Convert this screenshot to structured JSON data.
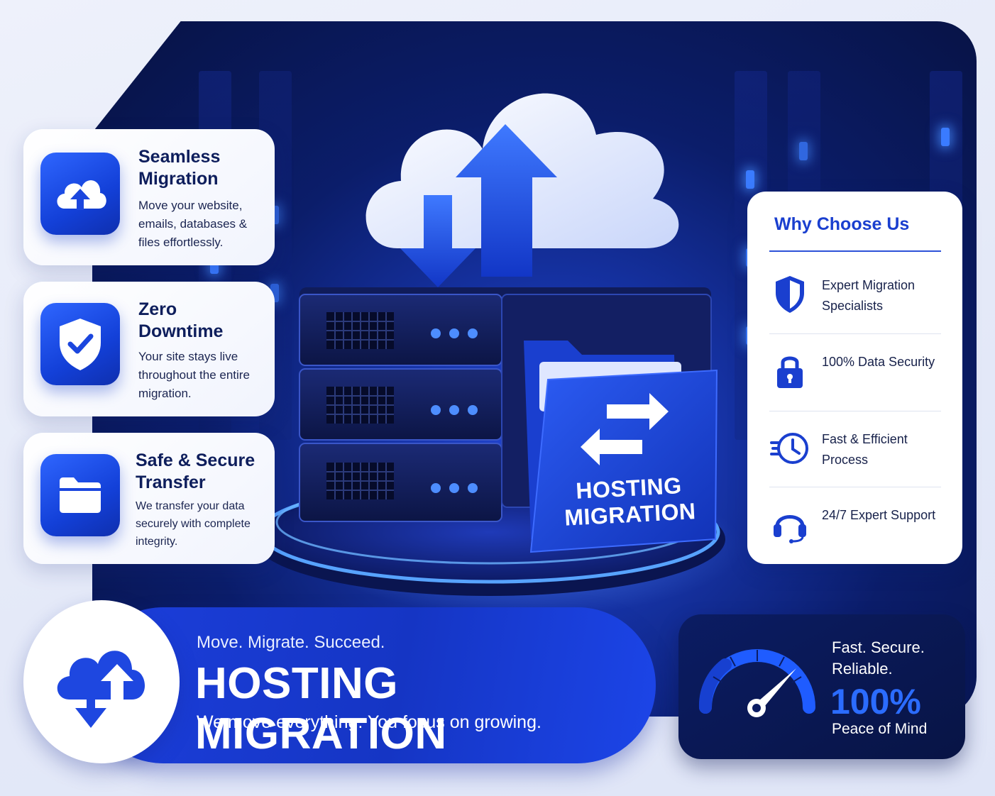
{
  "features": [
    {
      "icon": "cloud-upload-icon",
      "title": "Seamless Migration",
      "desc": "Move your website, emails, databases & files effortlessly."
    },
    {
      "icon": "shield-check-icon",
      "title": "Zero Downtime",
      "desc": "Your site stays live throughout the entire migration."
    },
    {
      "icon": "folder-icon",
      "title": "Safe & Secure Transfer",
      "desc": "We transfer your data securely with complete integrity."
    }
  ],
  "folder_label": "HOSTING MIGRATION",
  "why": {
    "title": "Why Choose Us",
    "items": [
      {
        "icon": "shield-icon",
        "label": "Expert Migration Specialists"
      },
      {
        "icon": "lock-icon",
        "label": "100% Data Security"
      },
      {
        "icon": "fast-clock-icon",
        "label": "Fast & Efficient Process"
      },
      {
        "icon": "headset-icon",
        "label": "24/7 Expert Support"
      }
    ]
  },
  "banner": {
    "tagline": "Move. Migrate. Succeed.",
    "title": "HOSTING MIGRATION",
    "subtitle": "We move everything. You focus on growing."
  },
  "speed": {
    "line": "Fast. Secure. Reliable.",
    "value": "100%",
    "caption": "Peace of Mind"
  },
  "colors": {
    "accent": "#1a3fcf",
    "navy": "#0b1c63",
    "glow": "#3a7bff"
  }
}
